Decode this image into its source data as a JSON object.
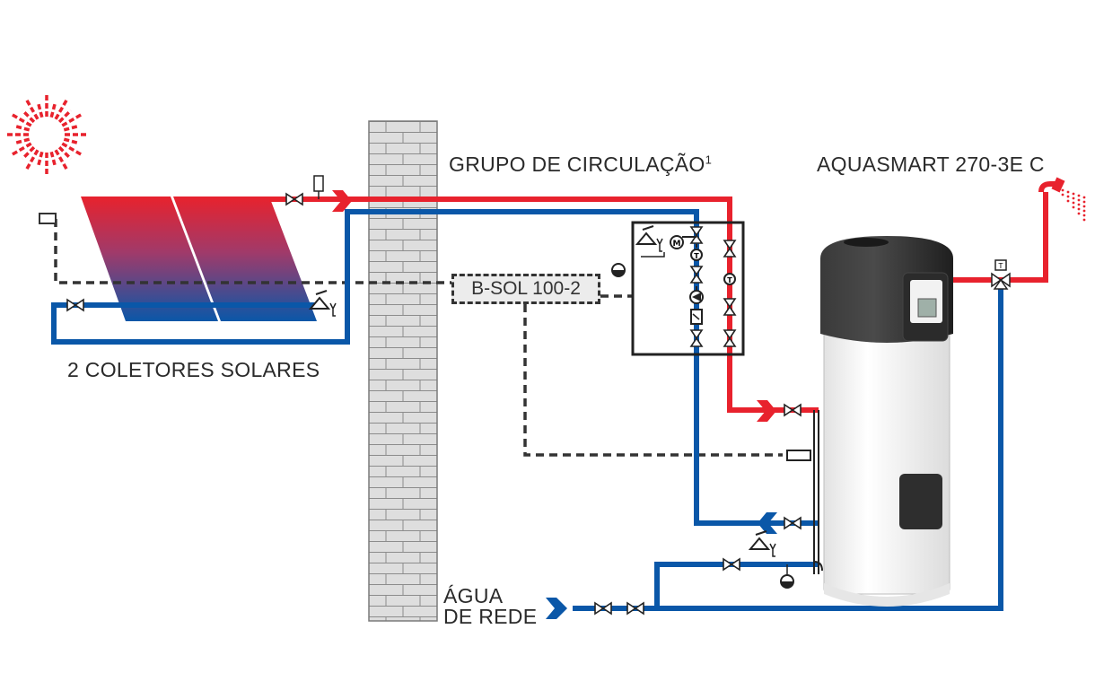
{
  "labels": {
    "group_title": "GRUPO DE CIRCULAÇÃO",
    "group_sup": "1",
    "tank_title": "AQUASMART 270-3E C",
    "collectors": "2 COLETORES SOLARES",
    "controller": "B-SOL 100-2",
    "water_line1": "ÁGUA",
    "water_line2": "DE REDE"
  },
  "icons": {
    "sun": "sun-icon",
    "shower": "shower-icon",
    "wall": "brick-wall",
    "valve": "ball-valve-icon",
    "safety_valve": "safety-valve-icon",
    "pump": "pump-icon",
    "thermometer": "thermometer-icon",
    "expansion": "expansion-vessel-icon",
    "sensor": "temperature-sensor-icon",
    "flow": "flow-arrow-icon"
  },
  "colors": {
    "hot": "#e8222d",
    "cold": "#0a57a8",
    "control": "#333333",
    "wall": "#d9d9d9",
    "tank_body": "#f4f4f4",
    "tank_top": "#2b2b2b"
  }
}
